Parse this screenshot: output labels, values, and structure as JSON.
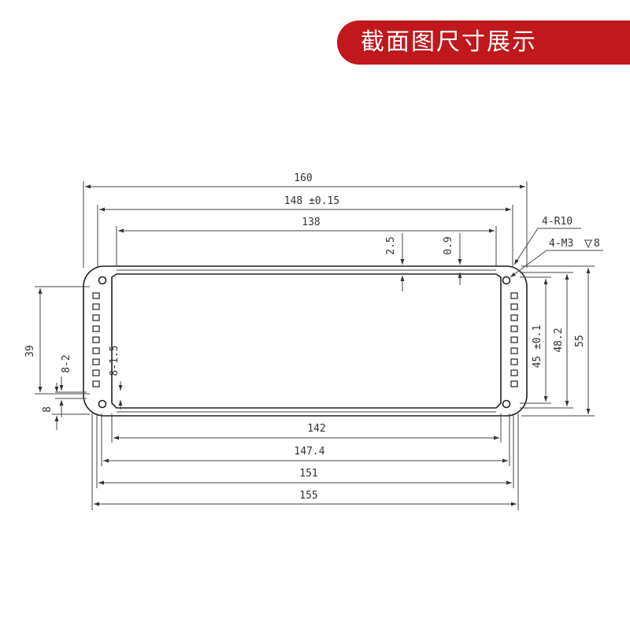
{
  "banner": {
    "title": "截面图尺寸展示",
    "color": "#c0181c"
  },
  "drawing": {
    "dims": {
      "w160": "160",
      "w148": "148 ±0.15",
      "w138": "138",
      "t25": "2.5",
      "t09": "0.9",
      "r10": "4-R10",
      "m3": "4-M3",
      "m3depth": "8",
      "w142": "142",
      "w1474": "147.4",
      "w151": "151",
      "w155": "155",
      "h39": "39",
      "h82": "8-2",
      "h815": "8-1.5",
      "h8": "8",
      "h45": "45 ±0.1",
      "h482": "48.2",
      "h55": "55"
    }
  }
}
